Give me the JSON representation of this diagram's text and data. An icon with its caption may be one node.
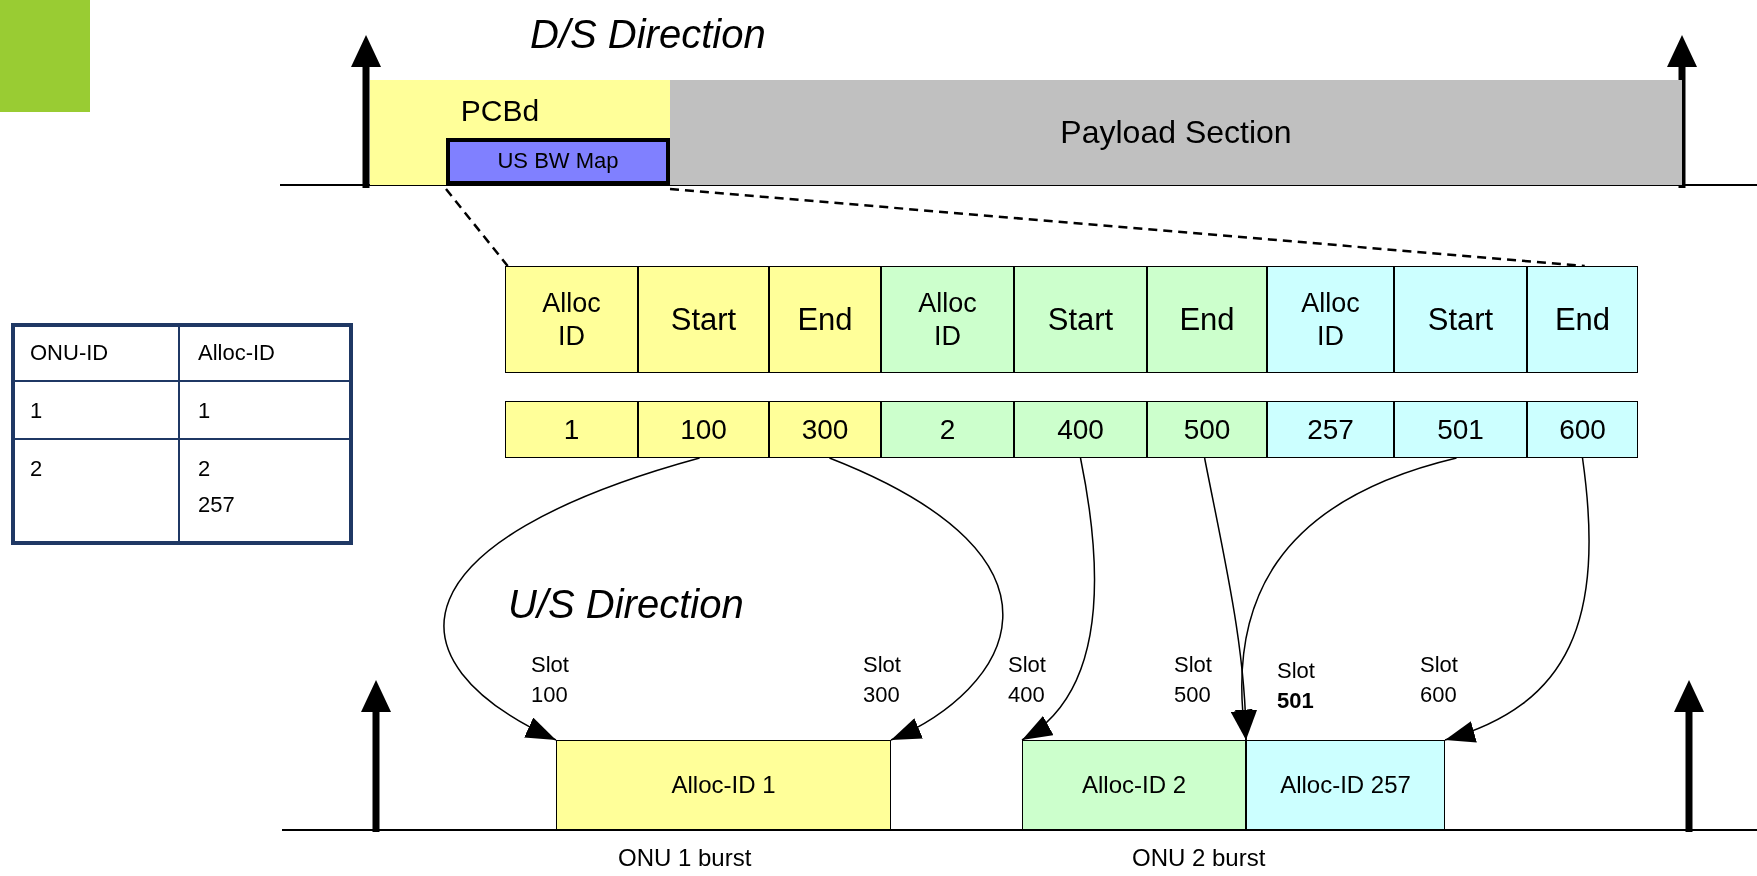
{
  "diagram": {
    "nodes": [
      {
        "text": [
          "PCBd"
        ]
      },
      {
        "text": [
          "US BW Map"
        ],
        "in": 0
      },
      {
        "text": [
          "Payload Section"
        ]
      },
      {
        "text": [
          "Alloc ID"
        ]
      },
      {
        "text": [
          "Start"
        ]
      },
      {
        "text": [
          "End"
        ]
      },
      {
        "text": [
          "Alloc ID"
        ]
      },
      {
        "text": [
          "Start"
        ]
      },
      {
        "text": [
          "End"
        ]
      },
      {
        "text": [
          "Alloc ID"
        ]
      },
      {
        "text": [
          "Start"
        ]
      },
      {
        "text": [
          "End"
        ]
      },
      {
        "text": [
          "1"
        ]
      },
      {
        "text": [
          "100"
        ]
      },
      {
        "text": [
          "300"
        ]
      },
      {
        "text": [
          "2"
        ]
      },
      {
        "text": [
          "400"
        ]
      },
      {
        "text": [
          "500"
        ]
      },
      {
        "text": [
          "257"
        ]
      },
      {
        "text": [
          "501"
        ]
      },
      {
        "text": [
          "600"
        ]
      },
      {
        "text": [
          "Alloc-ID 1"
        ],
        "beside": [
          "ONU 1 burst"
        ]
      },
      {
        "text": [
          "Alloc-ID 2"
        ],
        "beside": [
          "ONU 2 burst"
        ]
      },
      {
        "text": [
          "Alloc-ID 257"
        ]
      }
    ],
    "edges": [
      {
        "from": 1,
        "to": 3,
        "arrow": "none",
        "style": "dashed"
      },
      {
        "from": 1,
        "to": 11,
        "arrow": "none",
        "style": "dashed"
      },
      {
        "from": 13,
        "to": 21,
        "arrow": "to"
      },
      {
        "from": 14,
        "to": 21,
        "arrow": "to"
      },
      {
        "from": 16,
        "to": 22,
        "arrow": "to"
      },
      {
        "from": 17,
        "to": 22,
        "arrow": "to"
      },
      {
        "from": 19,
        "to": 23,
        "arrow": "to"
      },
      {
        "from": 20,
        "to": 23,
        "arrow": "to"
      }
    ],
    "labels": [
      "D/S Direction",
      "ONU-ID",
      "Alloc-ID",
      "1",
      "1",
      "2",
      "2",
      "257",
      "U/S Direction",
      "Slot 100",
      "Slot 300",
      "Slot 400",
      "Slot 500",
      "Slot **501**",
      "Slot 600"
    ]
  }
}
